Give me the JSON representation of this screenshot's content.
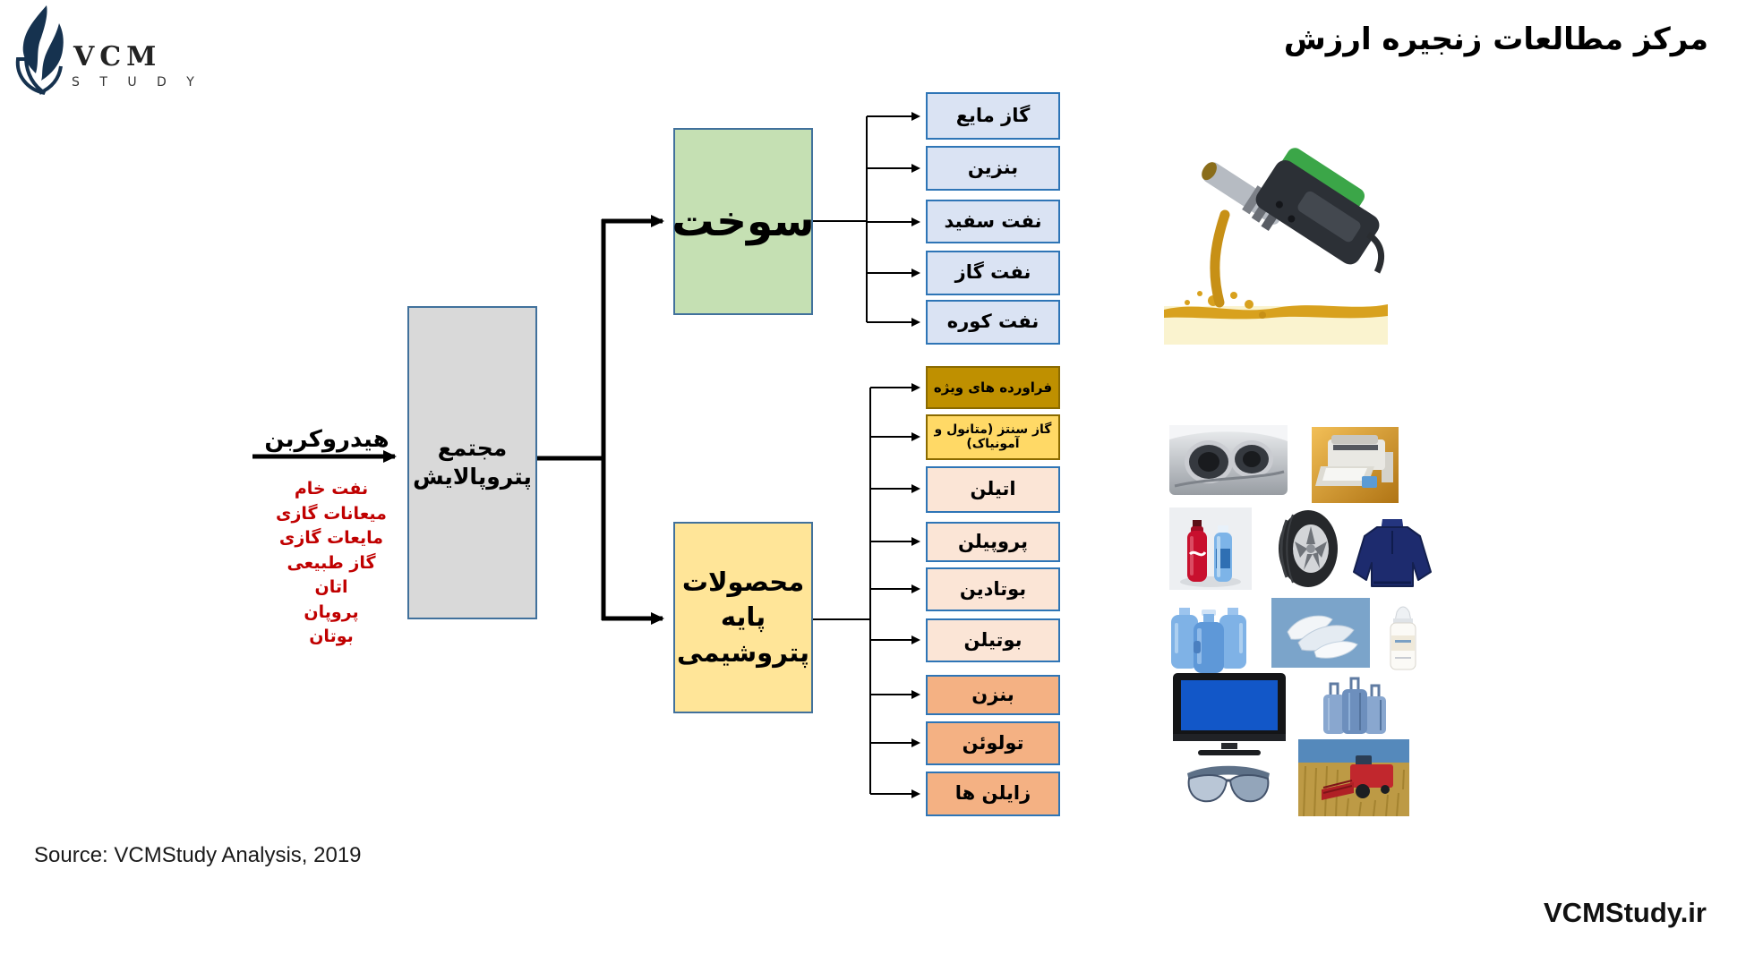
{
  "logo": {
    "brand": "VCM",
    "sub": "S T U D Y"
  },
  "header": {
    "title": "مرکز مطالعات زنجیره ارزش"
  },
  "diagram": {
    "input": {
      "label": "هیدروکربن",
      "feeds": [
        "نفت خام",
        "میعانات گازی",
        "مایعات گازی",
        "گاز طبیعی",
        "اتان",
        "پروپان",
        "بوتان"
      ]
    },
    "complex": {
      "label": "مجتمع پتروپالایش"
    },
    "fuel": {
      "label": "سوخت",
      "products": [
        "گاز مایع",
        "بنزین",
        "نفت سفید",
        "نفت گاز",
        "نفت کوره"
      ]
    },
    "petchem": {
      "label": "محصولات پایه پتروشیمی",
      "products": [
        "فراورده های ویژه",
        "گاز سنتز (متانول و آمونیاک)",
        "اتیلن",
        "پروپیلن",
        "بوتادین",
        "بوتیلن",
        "بنزن",
        "تولوئن",
        "زایلن ها"
      ]
    }
  },
  "footer": {
    "source": "Source: VCMStudy Analysis, 2019",
    "site": "VCMStudy.ir"
  },
  "colors": {
    "brand_navy": "#1b3a5c",
    "box_border_blue": "#2e75b6",
    "fuel_green": "#c5e0b3",
    "petchem_yellow": "#ffe598",
    "complex_gray": "#d9d9d9",
    "product_blue": "#dae3f3",
    "product_peach": "#fbe5d6",
    "product_orange": "#f4b183",
    "product_gold": "#ffd966",
    "product_gold_dark": "#bf9000",
    "feed_red": "#c00000"
  },
  "images": {
    "collage": [
      "fuel-nozzle-pouring-gasoline",
      "car-headlight",
      "inkjet-printer",
      "beverage-bottles",
      "car-tire",
      "fleece-sweater",
      "water-cooler-jugs",
      "diapers",
      "baby-bottle",
      "lcd-tv",
      "luggage-set",
      "sunglasses",
      "combine-harvester"
    ]
  }
}
